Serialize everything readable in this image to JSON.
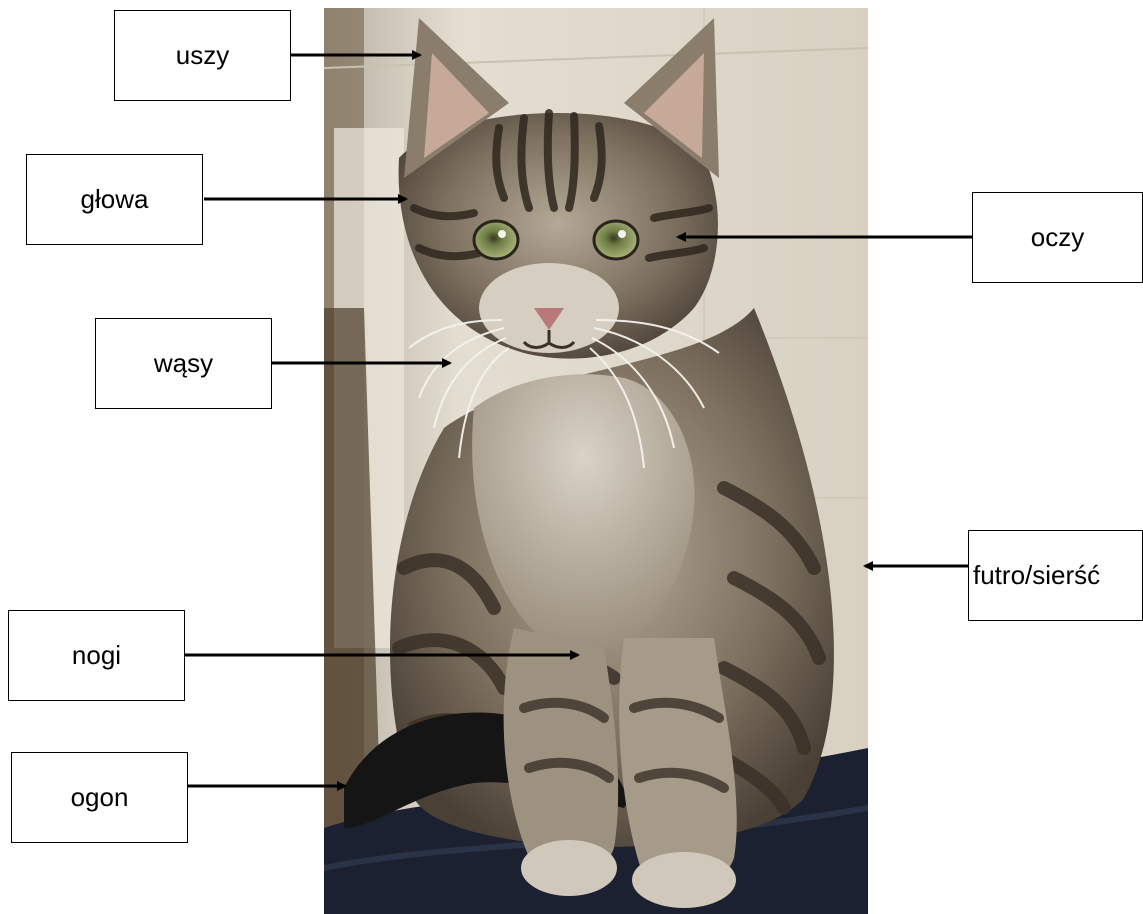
{
  "labels": {
    "ears": "uszy",
    "head": "głowa",
    "whiskers": "wąsy",
    "legs": "nogi",
    "tail": "ogon",
    "eyes": "oczy",
    "fur": "futro/sierść"
  },
  "colors": {
    "box_border": "#000000",
    "arrow": "#000000",
    "background": "#ffffff",
    "fur_base": "#8a7d6c",
    "fur_stripe": "#3b3128",
    "wall": "#ddd6c8",
    "fabric": "#1b2130",
    "eye": "#8a9a5b"
  },
  "photo": {
    "subject": "tabby-kitten-icon"
  }
}
